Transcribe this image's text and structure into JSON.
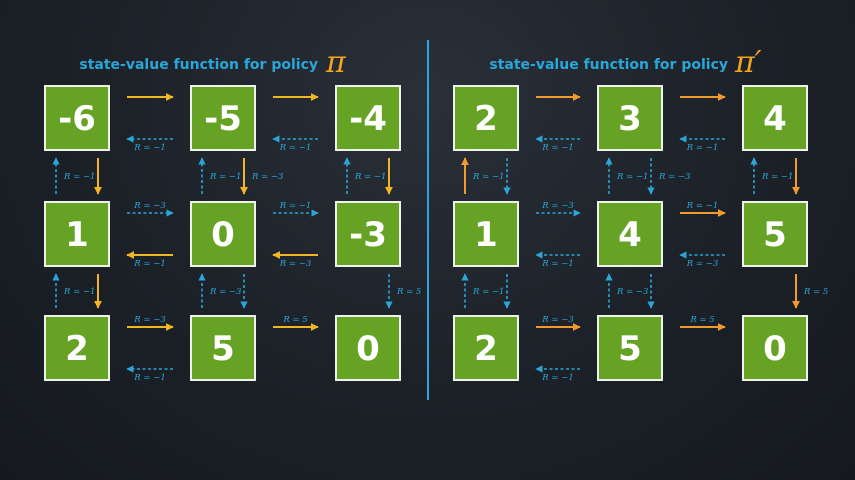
{
  "colors": {
    "cell_fill": "#66a224",
    "blue": "#2aa6d8",
    "yellow": "#f2b523",
    "orange": "#f29a2e",
    "divider": "#2aa6d8",
    "text": "#ffffff"
  },
  "panels": [
    {
      "id": "pi",
      "title": "state-value function for policy",
      "policy_symbol": "π",
      "policy_color": "#f2b523",
      "values": [
        [
          -6,
          -5,
          -4
        ],
        [
          1,
          0,
          -3
        ],
        [
          2,
          5,
          0
        ]
      ],
      "arrows": [
        {
          "from": [
            0,
            0
          ],
          "to": [
            0,
            1
          ],
          "style": "policy"
        },
        {
          "from": [
            0,
            1
          ],
          "to": [
            0,
            0
          ],
          "style": "dashed",
          "label": "R = −1"
        },
        {
          "from": [
            0,
            1
          ],
          "to": [
            0,
            2
          ],
          "style": "policy"
        },
        {
          "from": [
            0,
            2
          ],
          "to": [
            0,
            1
          ],
          "style": "dashed",
          "label": "R = −1"
        },
        {
          "from": [
            0,
            0
          ],
          "to": [
            1,
            0
          ],
          "style": "policy"
        },
        {
          "from": [
            1,
            0
          ],
          "to": [
            0,
            0
          ],
          "style": "dashed",
          "label": "R = −1"
        },
        {
          "from": [
            0,
            1
          ],
          "to": [
            1,
            1
          ],
          "style": "policy",
          "label": "R = −3"
        },
        {
          "from": [
            1,
            1
          ],
          "to": [
            0,
            1
          ],
          "style": "dashed",
          "label": "R = −1"
        },
        {
          "from": [
            0,
            2
          ],
          "to": [
            1,
            2
          ],
          "style": "policy"
        },
        {
          "from": [
            1,
            2
          ],
          "to": [
            0,
            2
          ],
          "style": "dashed",
          "label": "R = −1"
        },
        {
          "from": [
            1,
            0
          ],
          "to": [
            1,
            1
          ],
          "style": "dashed",
          "label": "R = −3"
        },
        {
          "from": [
            1,
            1
          ],
          "to": [
            1,
            0
          ],
          "style": "policy",
          "label": "R = −1"
        },
        {
          "from": [
            1,
            1
          ],
          "to": [
            1,
            2
          ],
          "style": "dashed",
          "label": "R = −1"
        },
        {
          "from": [
            1,
            2
          ],
          "to": [
            1,
            1
          ],
          "style": "policy",
          "label": "R = −3"
        },
        {
          "from": [
            1,
            0
          ],
          "to": [
            2,
            0
          ],
          "style": "policy"
        },
        {
          "from": [
            2,
            0
          ],
          "to": [
            1,
            0
          ],
          "style": "dashed",
          "label": "R = −1"
        },
        {
          "from": [
            1,
            1
          ],
          "to": [
            2,
            1
          ],
          "style": "dashed"
        },
        {
          "from": [
            2,
            1
          ],
          "to": [
            1,
            1
          ],
          "style": "dashed",
          "label": "R = −3"
        },
        {
          "from": [
            1,
            2
          ],
          "to": [
            2,
            2
          ],
          "style": "dashed",
          "label": "R = 5"
        },
        {
          "from": [
            2,
            0
          ],
          "to": [
            2,
            1
          ],
          "style": "policy",
          "label": "R = −3"
        },
        {
          "from": [
            2,
            1
          ],
          "to": [
            2,
            0
          ],
          "style": "dashed",
          "label": "R = −1"
        },
        {
          "from": [
            2,
            1
          ],
          "to": [
            2,
            2
          ],
          "style": "policy",
          "label": "R = 5"
        }
      ]
    },
    {
      "id": "pi-prime",
      "title": "state-value function for policy",
      "policy_symbol": "π′",
      "policy_color": "#f29a2e",
      "values": [
        [
          2,
          3,
          4
        ],
        [
          1,
          4,
          5
        ],
        [
          2,
          5,
          0
        ]
      ],
      "arrows": [
        {
          "from": [
            0,
            0
          ],
          "to": [
            0,
            1
          ],
          "style": "policy"
        },
        {
          "from": [
            0,
            1
          ],
          "to": [
            0,
            0
          ],
          "style": "dashed",
          "label": "R = −1"
        },
        {
          "from": [
            0,
            1
          ],
          "to": [
            0,
            2
          ],
          "style": "policy"
        },
        {
          "from": [
            0,
            2
          ],
          "to": [
            0,
            1
          ],
          "style": "dashed",
          "label": "R = −1"
        },
        {
          "from": [
            0,
            0
          ],
          "to": [
            1,
            0
          ],
          "style": "dashed"
        },
        {
          "from": [
            1,
            0
          ],
          "to": [
            0,
            0
          ],
          "style": "policy",
          "label": "R = −1"
        },
        {
          "from": [
            0,
            1
          ],
          "to": [
            1,
            1
          ],
          "style": "dashed",
          "label": "R = −3"
        },
        {
          "from": [
            1,
            1
          ],
          "to": [
            0,
            1
          ],
          "style": "dashed",
          "label": "R = −1"
        },
        {
          "from": [
            0,
            2
          ],
          "to": [
            1,
            2
          ],
          "style": "policy"
        },
        {
          "from": [
            1,
            2
          ],
          "to": [
            0,
            2
          ],
          "style": "dashed",
          "label": "R = −1"
        },
        {
          "from": [
            1,
            0
          ],
          "to": [
            1,
            1
          ],
          "style": "dashed",
          "label": "R = −3"
        },
        {
          "from": [
            1,
            1
          ],
          "to": [
            1,
            0
          ],
          "style": "dashed",
          "label": "R = −1"
        },
        {
          "from": [
            1,
            1
          ],
          "to": [
            1,
            2
          ],
          "style": "policy",
          "label": "R = −1"
        },
        {
          "from": [
            1,
            2
          ],
          "to": [
            1,
            1
          ],
          "style": "dashed",
          "label": "R = −3"
        },
        {
          "from": [
            1,
            0
          ],
          "to": [
            2,
            0
          ],
          "style": "dashed"
        },
        {
          "from": [
            2,
            0
          ],
          "to": [
            1,
            0
          ],
          "style": "dashed",
          "label": "R = −1"
        },
        {
          "from": [
            1,
            1
          ],
          "to": [
            2,
            1
          ],
          "style": "dashed"
        },
        {
          "from": [
            2,
            1
          ],
          "to": [
            1,
            1
          ],
          "style": "dashed",
          "label": "R = −3"
        },
        {
          "from": [
            1,
            2
          ],
          "to": [
            2,
            2
          ],
          "style": "policy",
          "label": "R = 5"
        },
        {
          "from": [
            2,
            0
          ],
          "to": [
            2,
            1
          ],
          "style": "policy",
          "label": "R = −3"
        },
        {
          "from": [
            2,
            1
          ],
          "to": [
            2,
            0
          ],
          "style": "dashed",
          "label": "R = −1"
        },
        {
          "from": [
            2,
            1
          ],
          "to": [
            2,
            2
          ],
          "style": "policy",
          "label": "R = 5"
        }
      ]
    }
  ]
}
